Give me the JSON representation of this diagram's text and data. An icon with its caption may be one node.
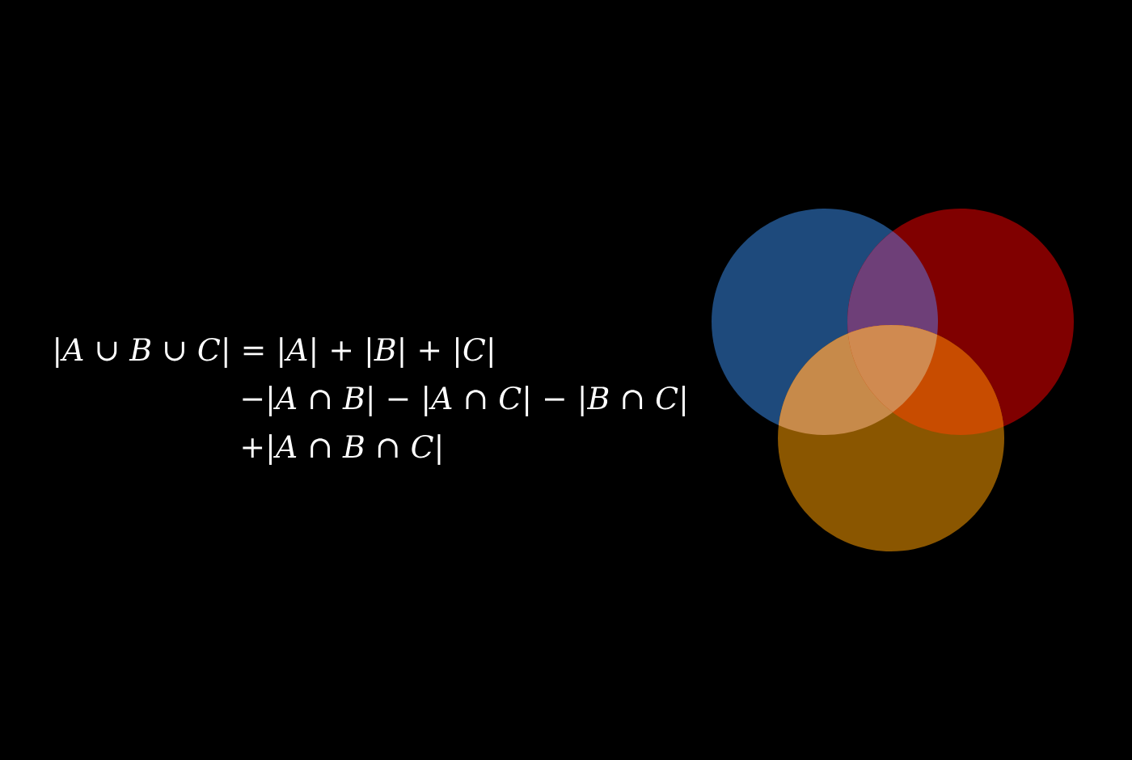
{
  "diagram": {
    "labels": [
      "|A ∪ B ∪ C| = |A| + |B| + |C|",
      "−|A ∩ B| − |A ∩ C| − |B ∩ C|",
      "+|A ∩ B ∩ C|"
    ]
  }
}
